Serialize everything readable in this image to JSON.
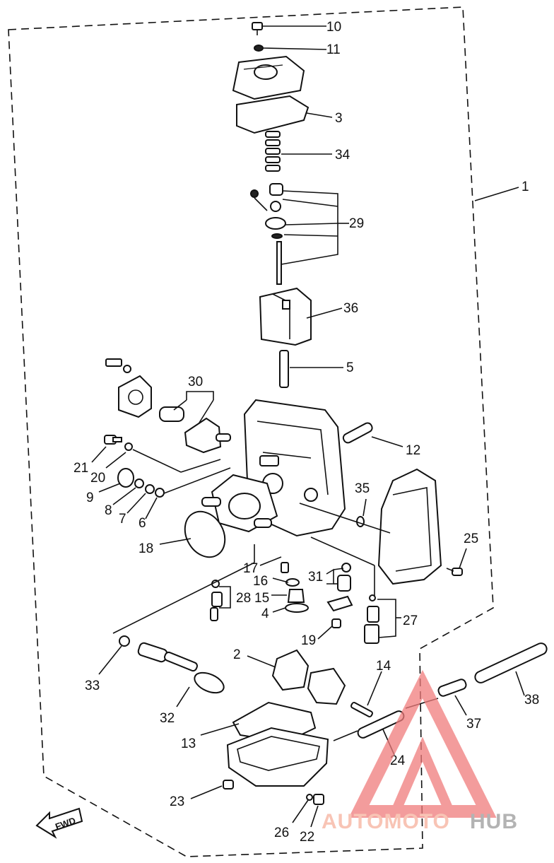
{
  "diagram": {
    "callouts": [
      {
        "id": "10",
        "label": "10"
      },
      {
        "id": "11",
        "label": "11"
      },
      {
        "id": "3",
        "label": "3"
      },
      {
        "id": "34",
        "label": "34"
      },
      {
        "id": "1",
        "label": "1"
      },
      {
        "id": "29",
        "label": "29"
      },
      {
        "id": "36",
        "label": "36"
      },
      {
        "id": "5",
        "label": "5"
      },
      {
        "id": "30",
        "label": "30"
      },
      {
        "id": "12",
        "label": "12"
      },
      {
        "id": "21",
        "label": "21"
      },
      {
        "id": "20",
        "label": "20"
      },
      {
        "id": "9",
        "label": "9"
      },
      {
        "id": "8",
        "label": "8"
      },
      {
        "id": "7",
        "label": "7"
      },
      {
        "id": "6",
        "label": "6"
      },
      {
        "id": "35",
        "label": "35"
      },
      {
        "id": "25",
        "label": "25"
      },
      {
        "id": "18",
        "label": "18"
      },
      {
        "id": "17",
        "label": "17"
      },
      {
        "id": "16",
        "label": "16"
      },
      {
        "id": "31",
        "label": "31"
      },
      {
        "id": "28",
        "label": "28"
      },
      {
        "id": "15",
        "label": "15"
      },
      {
        "id": "4",
        "label": "4"
      },
      {
        "id": "27",
        "label": "27"
      },
      {
        "id": "19",
        "label": "19"
      },
      {
        "id": "2",
        "label": "2"
      },
      {
        "id": "14",
        "label": "14"
      },
      {
        "id": "33",
        "label": "33"
      },
      {
        "id": "38",
        "label": "38"
      },
      {
        "id": "32",
        "label": "32"
      },
      {
        "id": "37",
        "label": "37"
      },
      {
        "id": "13",
        "label": "13"
      },
      {
        "id": "24",
        "label": "24"
      },
      {
        "id": "23",
        "label": "23"
      },
      {
        "id": "26",
        "label": "26"
      },
      {
        "id": "22",
        "label": "22"
      }
    ],
    "fwd_label": "FWD"
  },
  "watermark": {
    "text_part1": "AUTOMOTO",
    "text_part2": "HUB",
    "color_part1": "#f6b19d",
    "color_part2": "#9a9a9a",
    "logo_color": "#f07c7c"
  }
}
